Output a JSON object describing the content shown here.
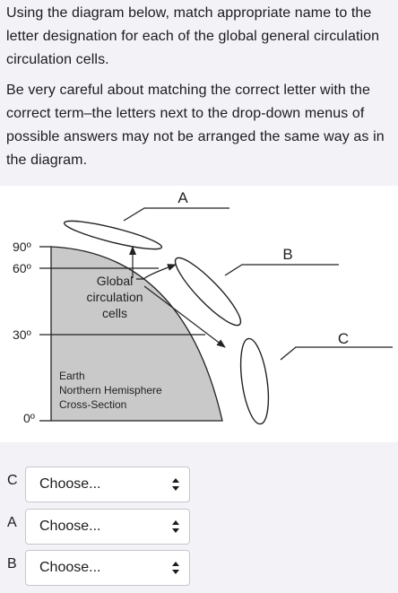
{
  "question": {
    "paragraph1": "Using the diagram below, match appropriate name to the letter designation for each of the global general circulation circulation cells.",
    "paragraph2": "Be very careful about matching the correct letter with the correct term–the letters next to the drop-down menus of possible answers may not be arranged the same way as in the diagram."
  },
  "diagram": {
    "label_a": "A",
    "label_b": "B",
    "label_c": "C",
    "lat_90": "90º",
    "lat_60": "60º",
    "lat_30": "30º",
    "lat_0": "0º",
    "cells_line1": "Global",
    "cells_line2": "circulation",
    "cells_line3": "cells",
    "earth_line1": "Earth",
    "earth_line2": "Northern Hemisphere",
    "earth_line3": "Cross-Section"
  },
  "answers": [
    {
      "letter": "C",
      "value": "Choose..."
    },
    {
      "letter": "A",
      "value": "Choose..."
    },
    {
      "letter": "B",
      "value": "Choose..."
    }
  ]
}
